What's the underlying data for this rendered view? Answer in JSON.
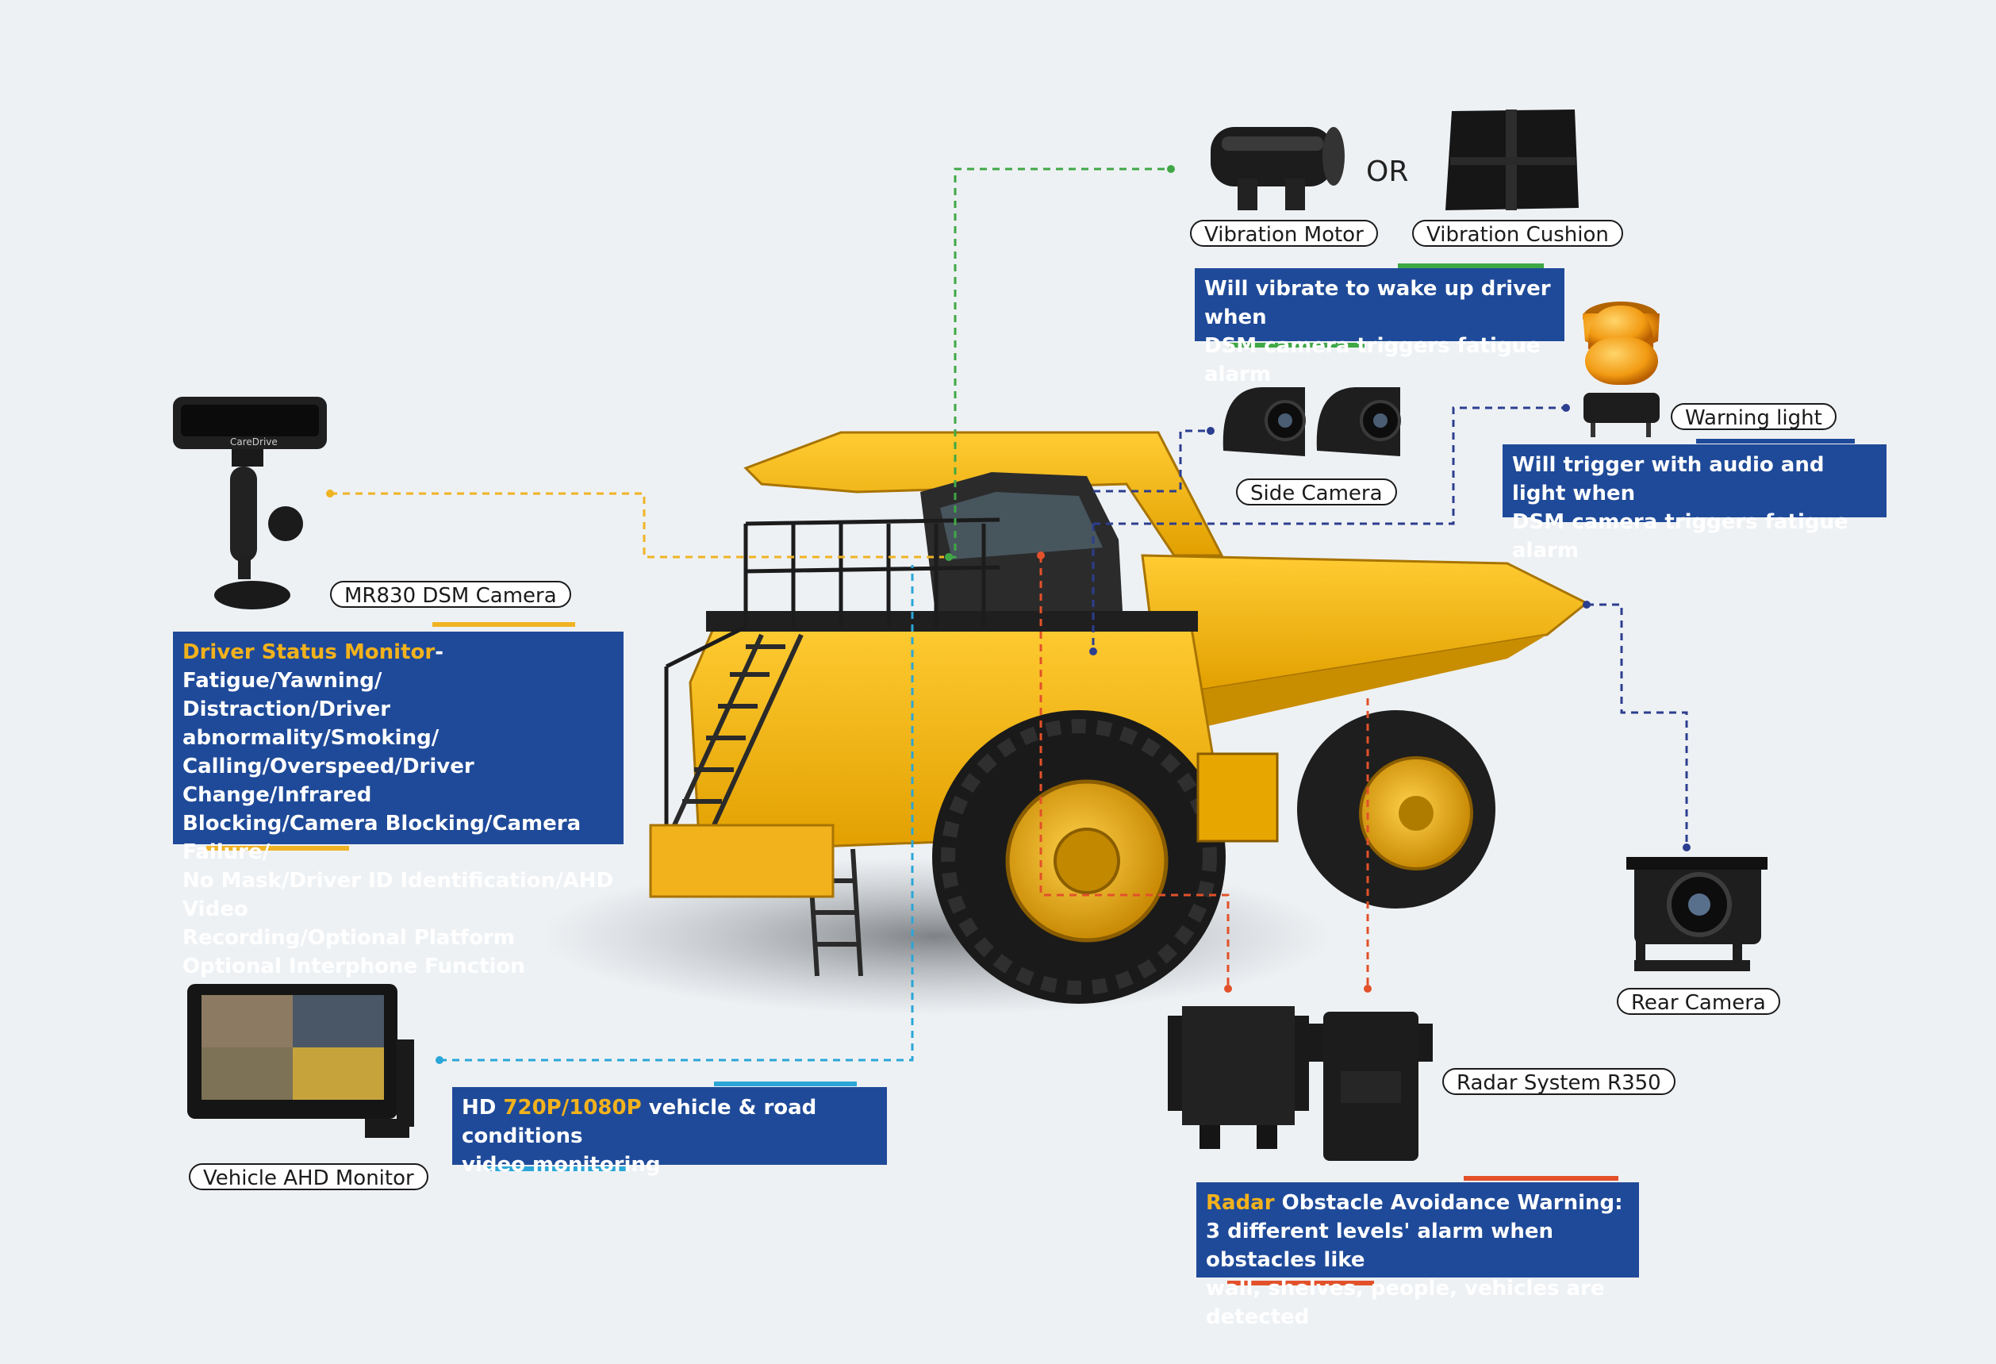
{
  "colors": {
    "box_blue": "#1f4a99",
    "highlight": "#f2b21c",
    "line_green": "#3fa845",
    "line_yellow": "#f0b323",
    "line_navy": "#2c3e8f",
    "line_cyan": "#2aa6d8",
    "line_red": "#e2512a",
    "truck_yellow": "#f2b21c"
  },
  "labels": {
    "vibration_motor": "Vibration Motor",
    "or": "OR",
    "vibration_cushion": "Vibration Cushion",
    "warning_light": "Warning light",
    "side_camera": "Side Camera",
    "dsm_camera": "MR830 DSM Camera",
    "rear_camera": "Rear Camera",
    "radar_system": "Radar System R350",
    "ahd_monitor": "Vehicle AHD Monitor",
    "camera_brand": "CareDrive"
  },
  "boxes": {
    "vibration": {
      "line1": "Will vibrate to wake up driver when",
      "line2": "DSM camera triggers fatigue alarm"
    },
    "warning": {
      "line1": "Will trigger with audio and light when",
      "line2": "DSM camera triggers fatigue alarm"
    },
    "dsm": {
      "highlight": "Driver Status Monitor",
      "lines": [
        "-Fatigue/Yawning/",
        "Distraction/Driver abnormality/Smoking/",
        "Calling/Overspeed/Driver Change/Infrared",
        "Blocking/Camera Blocking/Camera Failure/",
        "No Mask/Driver ID Identification/AHD Video",
        "Recording/Optional Platform",
        "Optional Interphone Function"
      ]
    },
    "monitor": {
      "prefix": "HD ",
      "highlight": "720P/1080P",
      "line1": " vehicle & road conditions",
      "line2": "video monitoring"
    },
    "radar": {
      "highlight": "Radar",
      "line1": " Obstacle Avoidance Warning:",
      "line2": "3 different levels' alarm when obstacles like",
      "line3": "wall, shelves, people, vehicles are detected"
    }
  }
}
